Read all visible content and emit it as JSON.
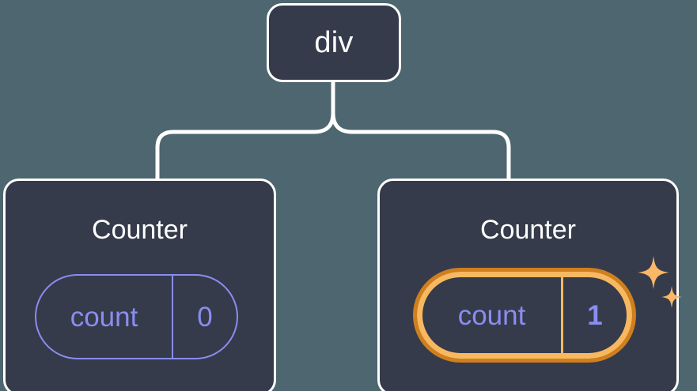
{
  "diagram": {
    "type": "component-tree",
    "background_color": "#4d666f",
    "node_fill_color": "#353b4a",
    "node_border_color": "#ffffff",
    "connector_color": "#ffffff",
    "state_color": "#8a8df0",
    "highlight_outer_color": "#cf7f1d",
    "highlight_inner_color": "#f8b860",
    "sparkle_color": "#f9b767"
  },
  "root": {
    "label": "div"
  },
  "children": [
    {
      "title": "Counter",
      "state": {
        "name": "count",
        "value": "0",
        "highlighted": false
      }
    },
    {
      "title": "Counter",
      "state": {
        "name": "count",
        "value": "1",
        "highlighted": true
      },
      "sparkle_count": 2
    }
  ]
}
